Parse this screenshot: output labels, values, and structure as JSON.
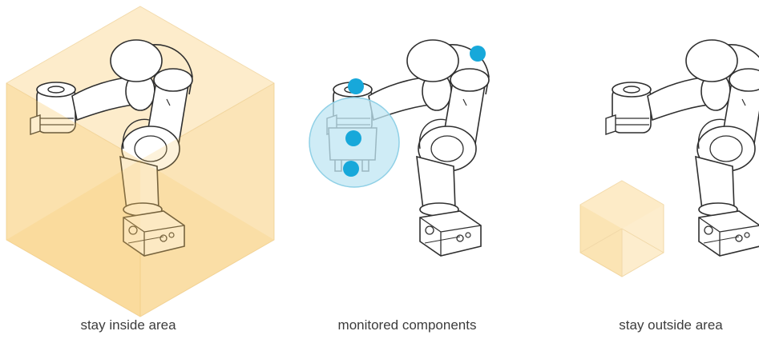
{
  "panels": [
    {
      "caption": "stay inside area"
    },
    {
      "caption": "monitored components"
    },
    {
      "caption": "stay outside area"
    }
  ],
  "colors": {
    "zone_fill": "#f8c25a",
    "zone_fill_light": "#fde9c0",
    "zone_edge": "#f1d8a8",
    "sphere_fill": "#bfe6f3",
    "sphere_edge": "#8fd0e6",
    "marker": "#17a8da",
    "robot_stroke": "#2f2f2f",
    "caption_text": "#3c3c3c"
  },
  "icons": [
    "robot-arm-icon",
    "safety-zone-cube-icon",
    "monitoring-sphere-icon",
    "monitored-point-marker-icon"
  ]
}
